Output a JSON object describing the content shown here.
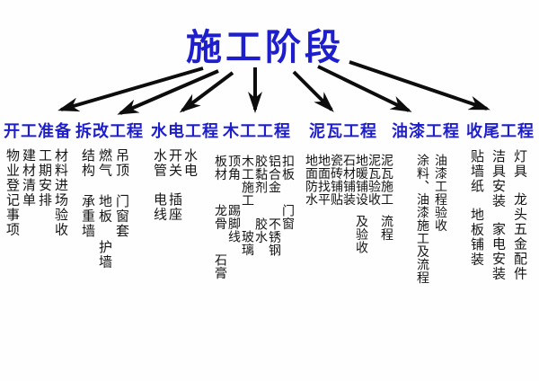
{
  "title": "施工阶段",
  "colors": {
    "accent_blue": "#1e1ecd",
    "item_text": "#151515",
    "background": "#fefefe",
    "arrow_black": "#0d0d0d"
  },
  "categories": [
    {
      "label": "开工准备",
      "lines": [
        [
          "材料进场验收"
        ],
        [
          "工期安排"
        ],
        [
          "建材清单"
        ],
        [
          "物业登记事项"
        ]
      ]
    },
    {
      "label": "拆改工程",
      "lines": [
        [
          "吊顶",
          "门窗套"
        ],
        [
          "燃气",
          "地板",
          "护墙"
        ],
        [
          "结构",
          "承重墙"
        ]
      ]
    },
    {
      "label": "水电工程",
      "lines": [
        [
          "水电"
        ],
        [
          "开关",
          "插座"
        ],
        [
          "水管",
          "电线"
        ]
      ]
    },
    {
      "label": "木工工程",
      "lines": [
        [
          "扣板",
          "门窗"
        ],
        [
          "铝合金",
          "不锈钢"
        ],
        [
          "胶黏剂",
          "胶水"
        ],
        [
          "木工施工",
          "玻璃"
        ],
        [
          "顶角",
          "踢脚线"
        ],
        [
          "板材",
          "龙骨",
          "石膏"
        ]
      ]
    },
    {
      "label": "泥瓦工程",
      "lines": [
        [
          "泥瓦施工",
          "流程"
        ],
        [
          "泥瓦验收"
        ],
        [
          "地暖铺设",
          "及验收"
        ],
        [
          "石材铺装"
        ],
        [
          "瓷砖铺贴"
        ],
        [
          "地面找平"
        ],
        [
          "地面防水"
        ]
      ]
    },
    {
      "label": "油漆工程",
      "lines": [
        [
          "油漆工程验收"
        ],
        [
          "涂料、油漆施工及流程"
        ]
      ]
    },
    {
      "label": "收尾工程",
      "lines": [
        [
          "灯具",
          "龙头五金配件"
        ],
        [
          "洁具安装",
          "家电安装"
        ],
        [
          "贴墙纸",
          "地板铺装"
        ]
      ]
    }
  ]
}
